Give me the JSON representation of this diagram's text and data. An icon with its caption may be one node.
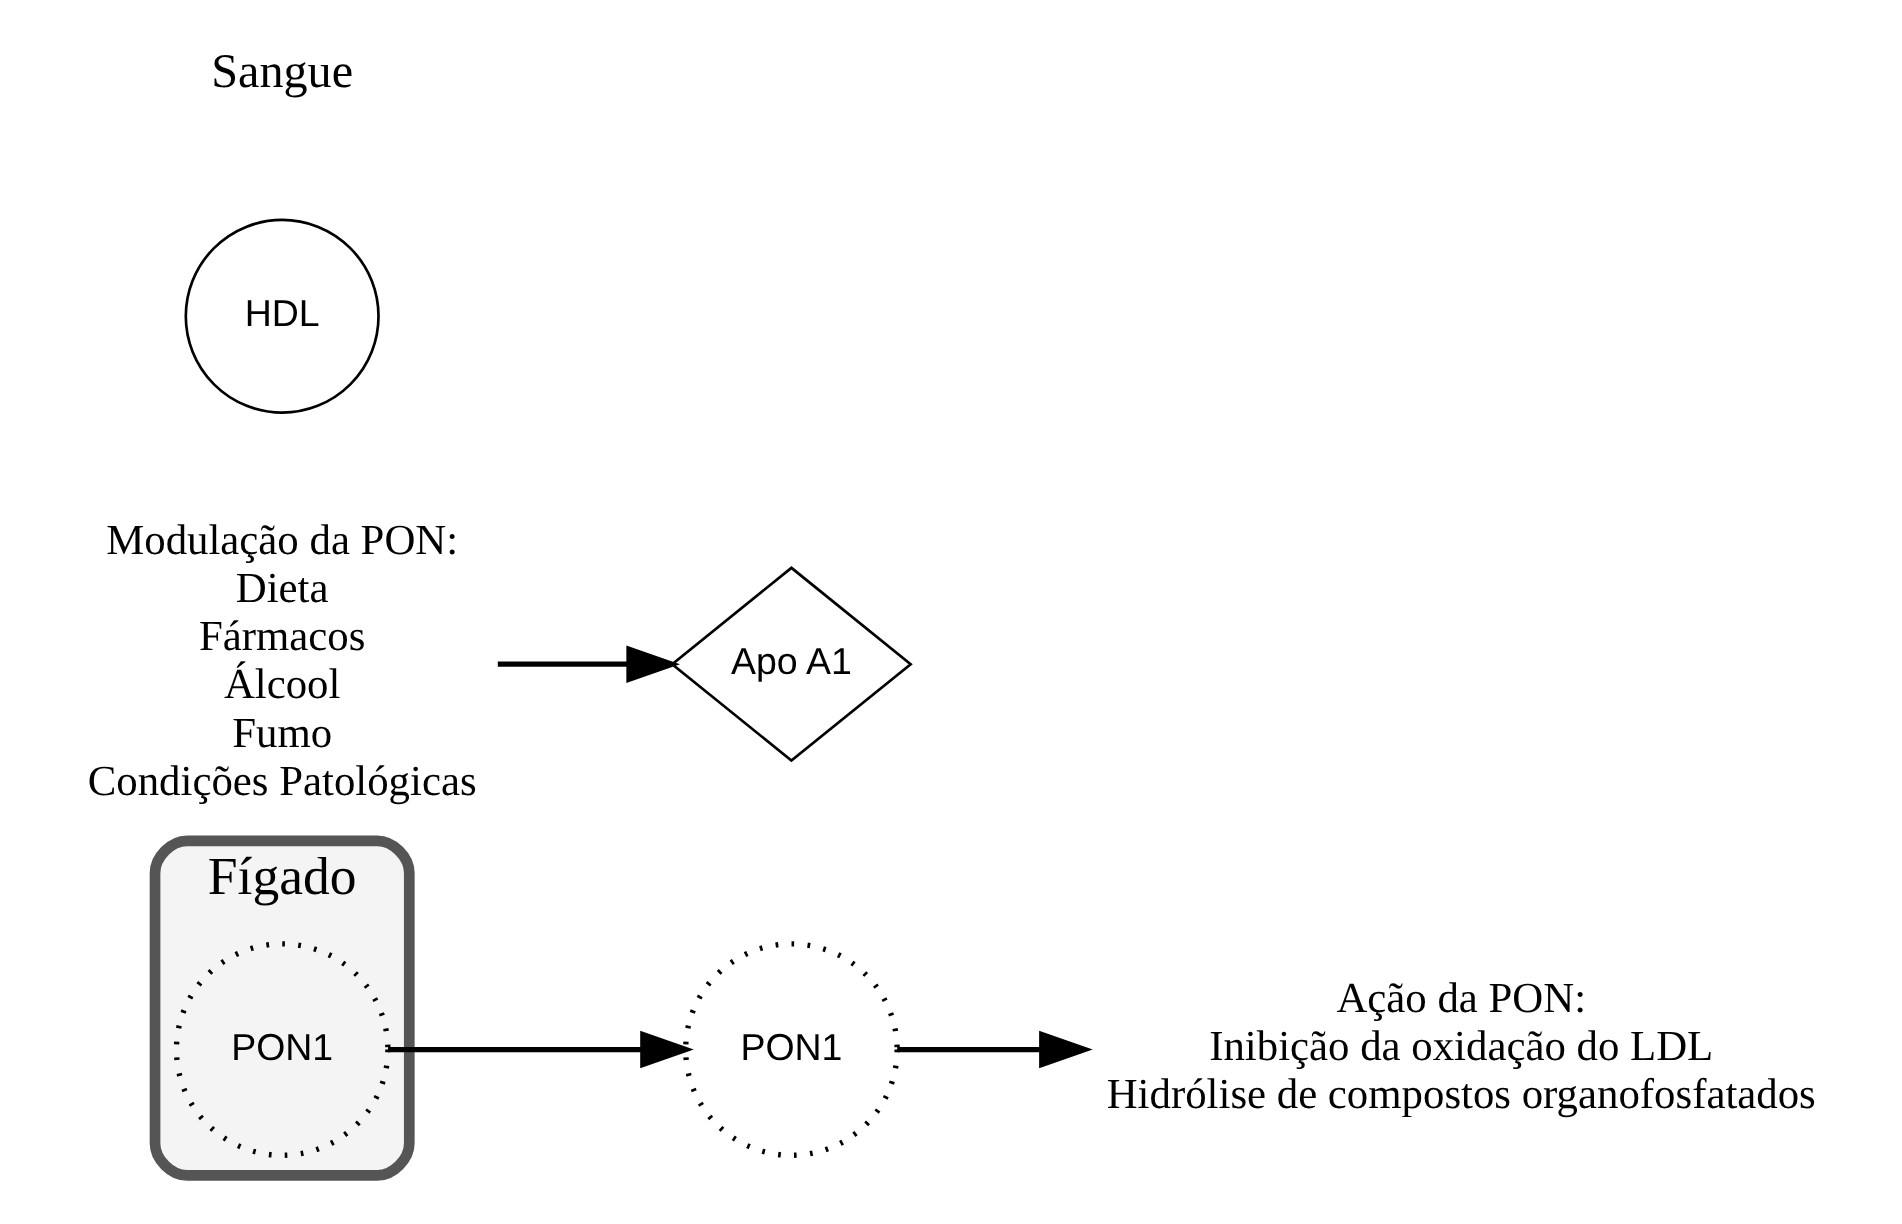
{
  "diagram": {
    "nodes": [
      {
        "text": [
          "Fígado"
        ]
      },
      {
        "text": [
          "PON1"
        ],
        "in": 0
      },
      {
        "text": [
          "PON1"
        ]
      },
      {
        "text": [
          "Apo A1"
        ]
      },
      {
        "text": [
          "HDL"
        ]
      },
      {
        "text": [
          "Ação da PON:",
          "Inibição da oxidação do LDL",
          "Hidrólise de compostos organofosfatados"
        ]
      },
      {
        "text": [
          "Modulação da PON:",
          "Dieta",
          "Fármacos",
          "Álcool",
          "Fumo",
          "Condições Patológicas"
        ]
      }
    ],
    "edges": [
      {
        "from": 1,
        "to": 2,
        "arrow": "to"
      },
      {
        "from": 2,
        "to": 5,
        "arrow": "to"
      },
      {
        "from": 6,
        "to": 3,
        "arrow": "to"
      }
    ],
    "labels": [
      "Sangue"
    ]
  }
}
